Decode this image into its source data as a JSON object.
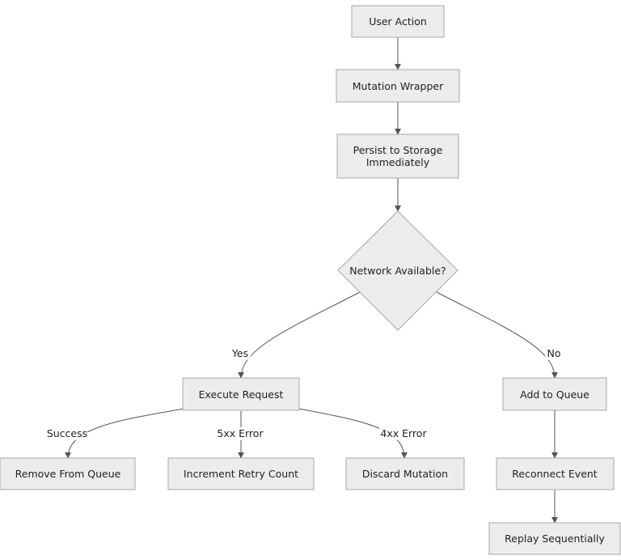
{
  "nodes": {
    "user_action": "User Action",
    "mutation_wrapper": "Mutation Wrapper",
    "persist_line1": "Persist to Storage",
    "persist_line2": "Immediately",
    "network_check": "Network Available?",
    "execute_request": "Execute Request",
    "add_to_queue": "Add to Queue",
    "remove_from_queue": "Remove From Queue",
    "increment_retry": "Increment Retry Count",
    "discard_mutation": "Discard Mutation",
    "reconnect_event": "Reconnect Event",
    "replay_sequentially": "Replay Sequentially"
  },
  "edges": {
    "yes": "Yes",
    "no": "No",
    "success": "Success",
    "error_5xx": "5xx Error",
    "error_4xx": "4xx Error"
  },
  "colors": {
    "node_fill": "#ececec",
    "node_stroke": "#a8a8a8",
    "edge": "#555555"
  }
}
